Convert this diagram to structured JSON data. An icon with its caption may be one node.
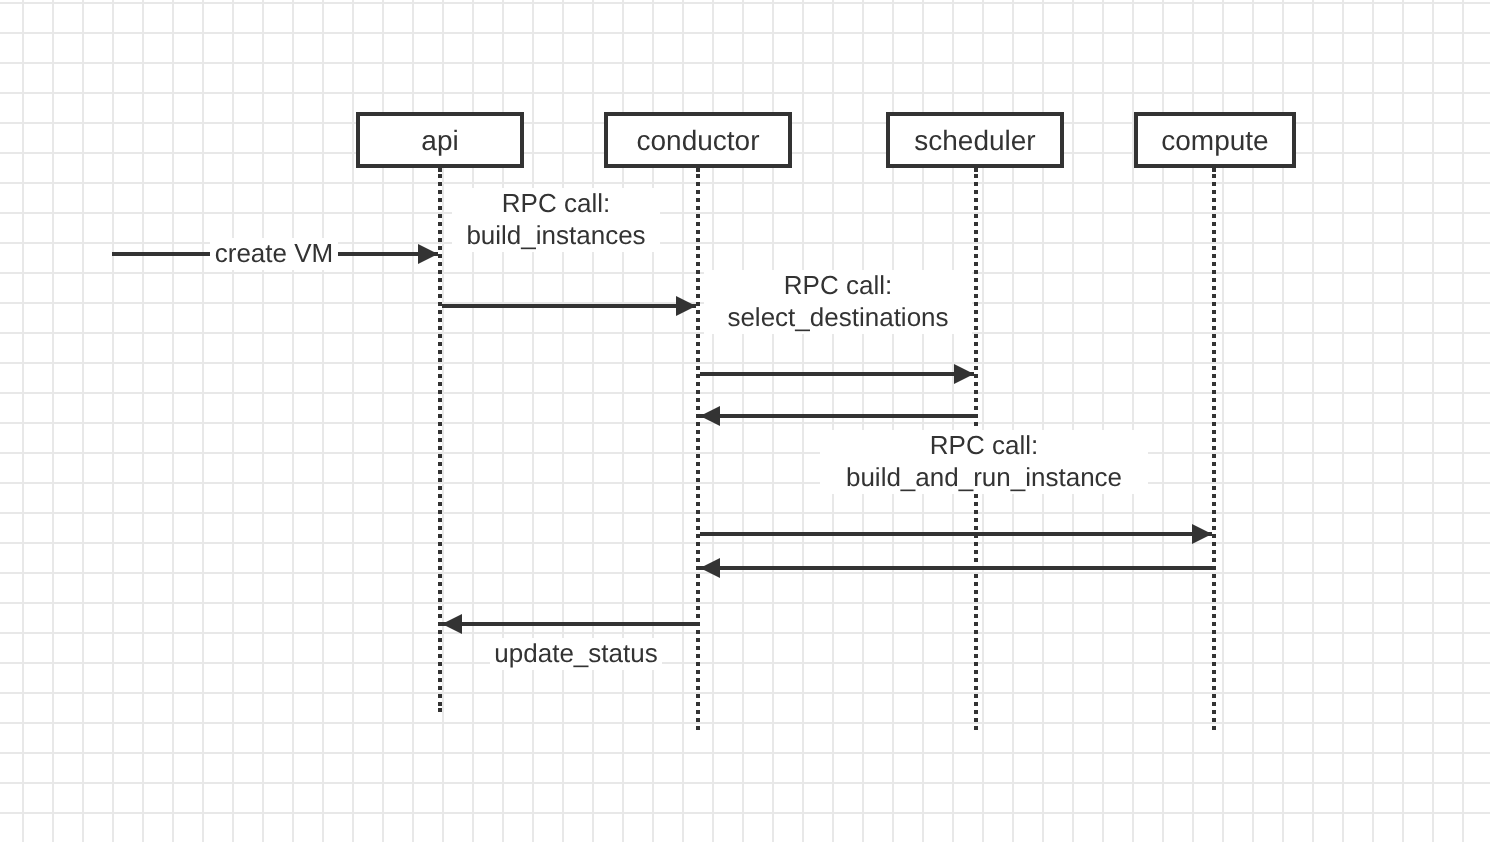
{
  "diagram": {
    "nodes": [
      {
        "text": [
          "api"
        ]
      },
      {
        "text": [
          "conductor"
        ]
      },
      {
        "text": [
          "scheduler"
        ]
      },
      {
        "text": [
          "compute"
        ]
      },
      {
        "text": [],
        "shape": "line"
      },
      {
        "text": [],
        "shape": "line"
      },
      {
        "text": [],
        "shape": "line"
      },
      {
        "text": [],
        "shape": "line"
      }
    ],
    "edges": [
      {
        "from": null,
        "to": 4,
        "arrow": "to",
        "label": "create VM"
      },
      {
        "from": 4,
        "to": 5,
        "arrow": "to",
        "label": "RPC call: build_instances"
      },
      {
        "from": 5,
        "to": 6,
        "arrow": "to",
        "label": "RPC call: select_destinations"
      },
      {
        "from": 6,
        "to": 5,
        "arrow": "to"
      },
      {
        "from": 5,
        "to": 7,
        "arrow": "to",
        "label": "RPC call: build_and_run_instance"
      },
      {
        "from": 7,
        "to": 5,
        "arrow": "to"
      },
      {
        "from": 5,
        "to": 4,
        "arrow": "to",
        "label": "update_status"
      }
    ]
  }
}
